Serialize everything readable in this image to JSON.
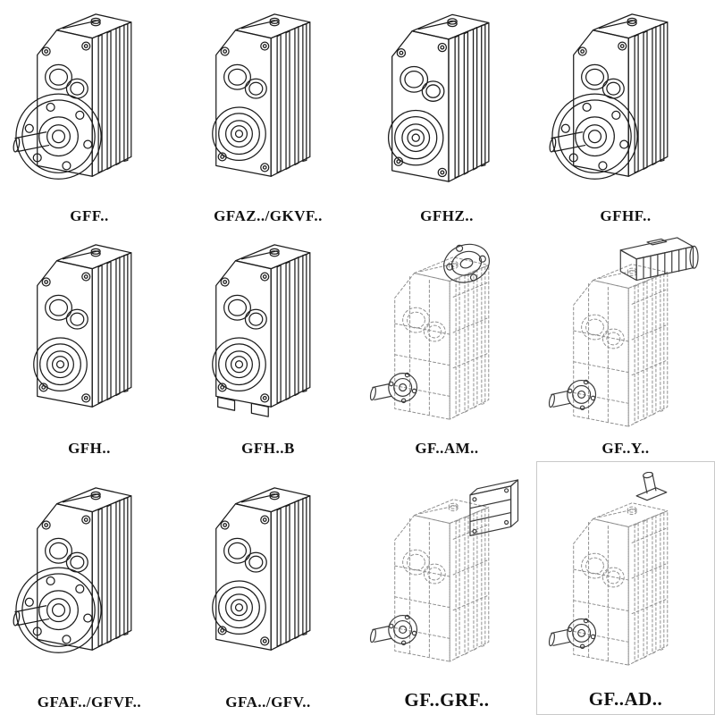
{
  "page": {
    "background": "#ffffff",
    "solid_line_color": "#1c1c1c",
    "dashed_line_color": "#8f8f8f",
    "description": "Catalog sheet of helical gearbox model variants shown as isometric line drawings in a 4x3 grid"
  },
  "catalog": {
    "items": [
      {
        "label": "GFF..",
        "drawing": "gearbox-flange-output-solid"
      },
      {
        "label": "GFAZ../GKVF..",
        "drawing": "gearbox-hollow-shaft-solid"
      },
      {
        "label": "GFHZ..",
        "drawing": "gearbox-hollow-shaft-solid"
      },
      {
        "label": "GFHF..",
        "drawing": "gearbox-flange-output-solid"
      },
      {
        "label": "GFH..",
        "drawing": "gearbox-hollow-shaft-solid"
      },
      {
        "label": "GFH..B",
        "drawing": "gearbox-hollow-shaft-foot-solid"
      },
      {
        "label": "GF..AM..",
        "drawing": "gearbox-motor-adapter-dashed"
      },
      {
        "label": "GF..Y..",
        "drawing": "gearbox-mounted-motor-dashed"
      },
      {
        "label": "GFAF../GFVF..",
        "drawing": "gearbox-flange-output-solid"
      },
      {
        "label": "GFA../GFV..",
        "drawing": "gearbox-hollow-shaft-solid"
      },
      {
        "label": "GF..GRF..",
        "drawing": "gearbox-cover-unit-dashed"
      },
      {
        "label": "GF..AD..",
        "drawing": "gearbox-input-shaft-dashed"
      }
    ]
  }
}
